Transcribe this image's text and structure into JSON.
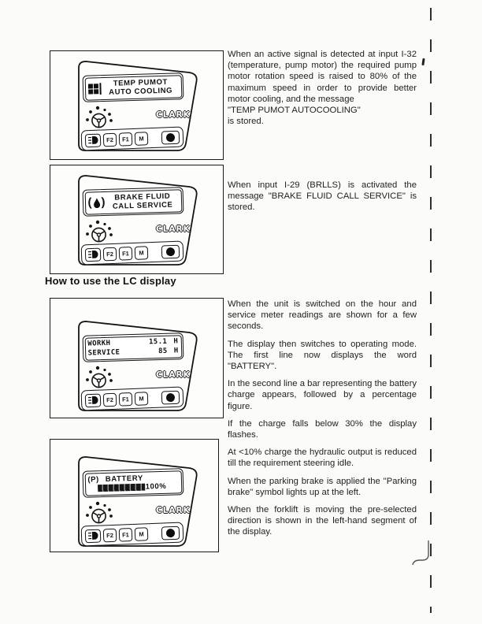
{
  "page": {
    "heading": "How to use the LC display"
  },
  "device": {
    "brand": "CLARK",
    "btn_f2": "F2",
    "btn_f1": "F1",
    "btn_m": "M"
  },
  "panels": [
    {
      "name": "temp-pumot-auto-cooling",
      "lcd": {
        "icon": "battery-charge-icon",
        "line1": "TEMP PUMOT",
        "line2": "AUTO COOLING"
      }
    },
    {
      "name": "brake-fluid-call-service",
      "lcd": {
        "icon": "brake-fluid-icon",
        "line1": "BRAKE FLUID",
        "line2": "CALL SERVICE"
      }
    },
    {
      "name": "hour-meters",
      "lcd": {
        "rows": [
          {
            "label": "WORKH",
            "value": "15.1",
            "unit": "H"
          },
          {
            "label": "SERVICE",
            "value": "85",
            "unit": "H"
          }
        ]
      }
    },
    {
      "name": "battery-charge",
      "lcd": {
        "prefix": "(P)",
        "line1": "BATTERY",
        "percent": "100%"
      }
    }
  ],
  "text_blocks": [
    {
      "paragraphs": [
        "When an active signal is detected at input I-32 (temperature, pump motor) the required pump motor rotation speed is raised to 80% of the maximum speed in order to provide better motor cooling, and the message",
        "\"TEMP PUMOT AUTOCOOLING\"",
        "is stored."
      ]
    },
    {
      "paragraphs": [
        "When input I-29 (BRLLS) is activated the message \"BRAKE FLUID CALL SERVICE\" is stored."
      ]
    },
    {
      "paragraphs": [
        "When the unit is switched on the hour and service meter readings are shown for a few seconds.",
        "The display then switches to operating mode. The first line now displays the word \"BATTERY\".",
        "In the second line a bar representing the battery charge appears, followed by a percentage figure.",
        "If the charge falls below 30% the display flashes.",
        "At <10% charge the hydraulic output is reduced till the requirement steering idle.",
        "When the parking brake is applied the \"Parking brake\" symbol lights up at the left.",
        "When the forklift is moving the pre-selected direction is shown in the left-hand segment of the display."
      ]
    }
  ]
}
